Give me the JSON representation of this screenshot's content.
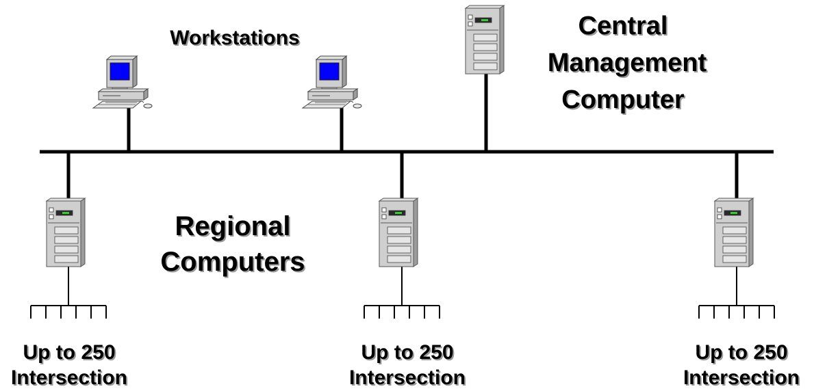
{
  "labels": {
    "workstations": "Workstations",
    "central_line1": "Central",
    "central_line2": "Management",
    "central_line3": "Computer",
    "regional_line1": "Regional",
    "regional_line2": "Computers",
    "intersections": [
      {
        "line1": "Up to 250",
        "line2": "Intersection"
      },
      {
        "line1": "Up to 250",
        "line2": "Intersection"
      },
      {
        "line1": "Up to 250",
        "line2": "Intersection"
      }
    ]
  },
  "nodes": {
    "workstations": [
      {
        "icon": "workstation-computer-icon"
      },
      {
        "icon": "workstation-computer-icon"
      }
    ],
    "central_server": {
      "icon": "tower-server-icon"
    },
    "regional_servers": [
      {
        "icon": "tower-server-icon"
      },
      {
        "icon": "tower-server-icon"
      },
      {
        "icon": "tower-server-icon"
      }
    ]
  },
  "colors": {
    "line": "#000000",
    "screen": "#0000ff",
    "case": "#c8c8c8",
    "text_shadow": "#9a9a9a"
  }
}
